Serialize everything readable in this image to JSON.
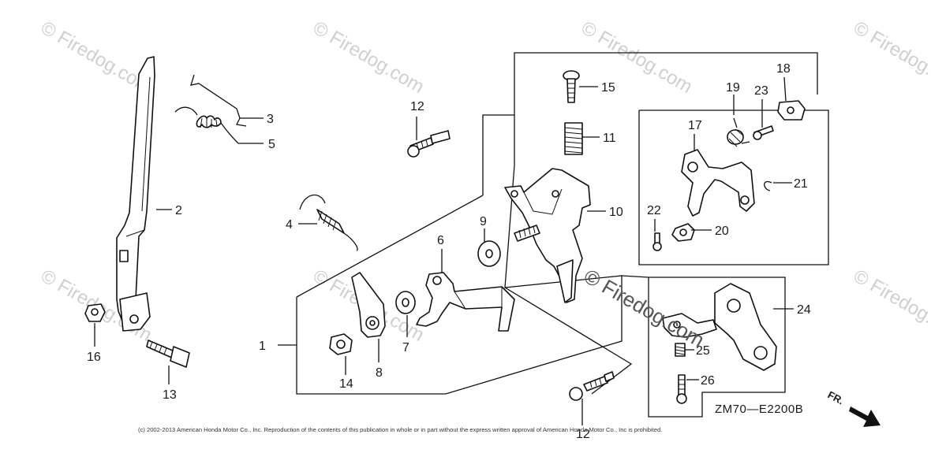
{
  "callouts": {
    "c1": "1",
    "c2": "2",
    "c3": "3",
    "c4": "4",
    "c5": "5",
    "c6": "6",
    "c7": "7",
    "c8": "8",
    "c9": "9",
    "c10": "10",
    "c11": "11",
    "c12a": "12",
    "c12b": "12",
    "c13": "13",
    "c14": "14",
    "c15": "15",
    "c16": "16",
    "c17": "17",
    "c18": "18",
    "c19": "19",
    "c20": "20",
    "c21": "21",
    "c22": "22",
    "c23": "23",
    "c24": "24",
    "c25": "25",
    "c26": "26"
  },
  "diagram_code": "ZM70—E2200B",
  "direction_label": "FR.",
  "watermark": "© Firedog.com",
  "inline_watermark": "© Firedog.com",
  "copyright": "(c) 2002-2013 American Honda Motor Co., Inc. Reproduction of the contents of this publication in whole or in part without the express written approval of American Honda Motor Co., Inc is prohibited."
}
